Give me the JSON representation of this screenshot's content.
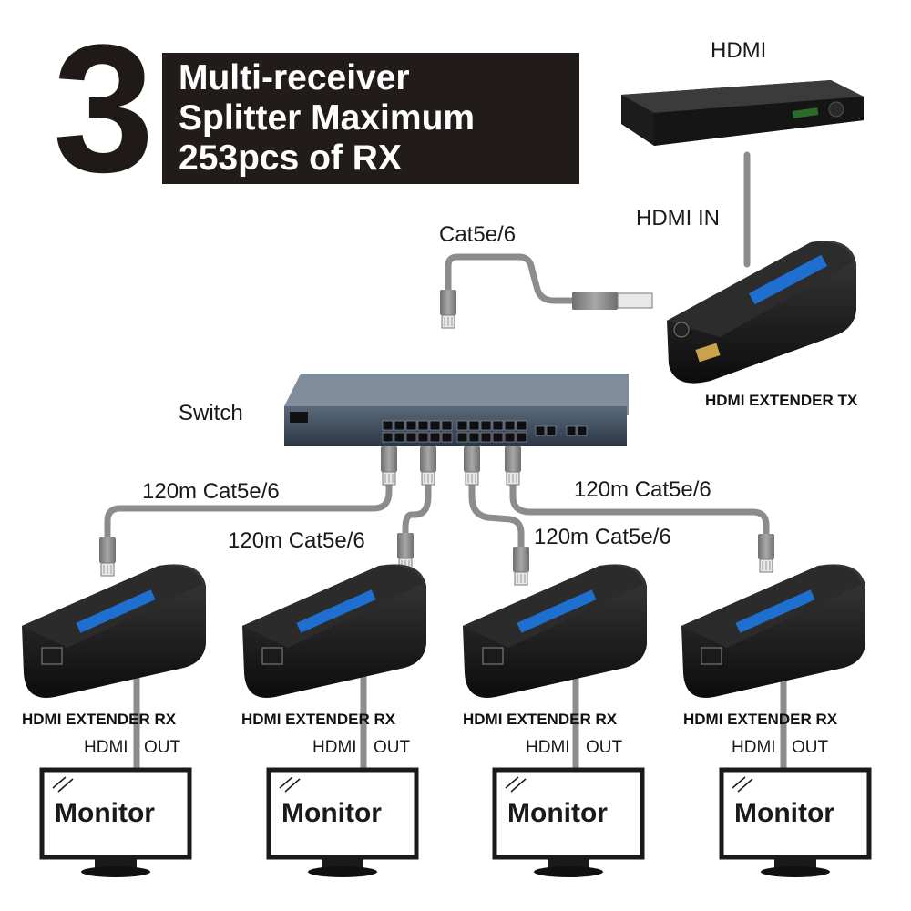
{
  "header": {
    "number": "3",
    "title_lines": [
      "Multi-receiver",
      "Splitter Maximum",
      "253pcs of RX"
    ]
  },
  "source": {
    "top_label": "HDMI",
    "input_label": "HDMI IN"
  },
  "transmitter": {
    "label": "HDMI EXTENDER TX",
    "device_text": "HDMI EXTENDER TX"
  },
  "switch": {
    "label": "Switch"
  },
  "uplink_cable": {
    "label": "Cat5e/6"
  },
  "cable_labels": [
    "120m Cat5e/6",
    "120m Cat5e/6",
    "120m Cat5e/6",
    "120m Cat5e/6"
  ],
  "receivers": [
    {
      "label": "HDMI EXTENDER RX",
      "device_text": "HDMI EXTENDER RX",
      "out_labels": [
        "HDMI",
        "OUT"
      ],
      "monitor": "Monitor"
    },
    {
      "label": "HDMI EXTENDER RX",
      "device_text": "HDMI EXTENDER RX",
      "out_labels": [
        "HDMI",
        "OUT"
      ],
      "monitor": "Monitor"
    },
    {
      "label": "HDMI EXTENDER RX",
      "device_text": "HDMI EXTENDER RX",
      "out_labels": [
        "HDMI",
        "OUT"
      ],
      "monitor": "Monitor"
    },
    {
      "label": "HDMI EXTENDER RX",
      "device_text": "HDMI EXTENDER RX",
      "out_labels": [
        "HDMI",
        "OUT"
      ],
      "monitor": "Monitor"
    }
  ],
  "colors": {
    "title_bg": "#211c19",
    "device_body": "#111111",
    "cable": "#8c8c8c",
    "device_stripe": "#1f6fd1"
  }
}
